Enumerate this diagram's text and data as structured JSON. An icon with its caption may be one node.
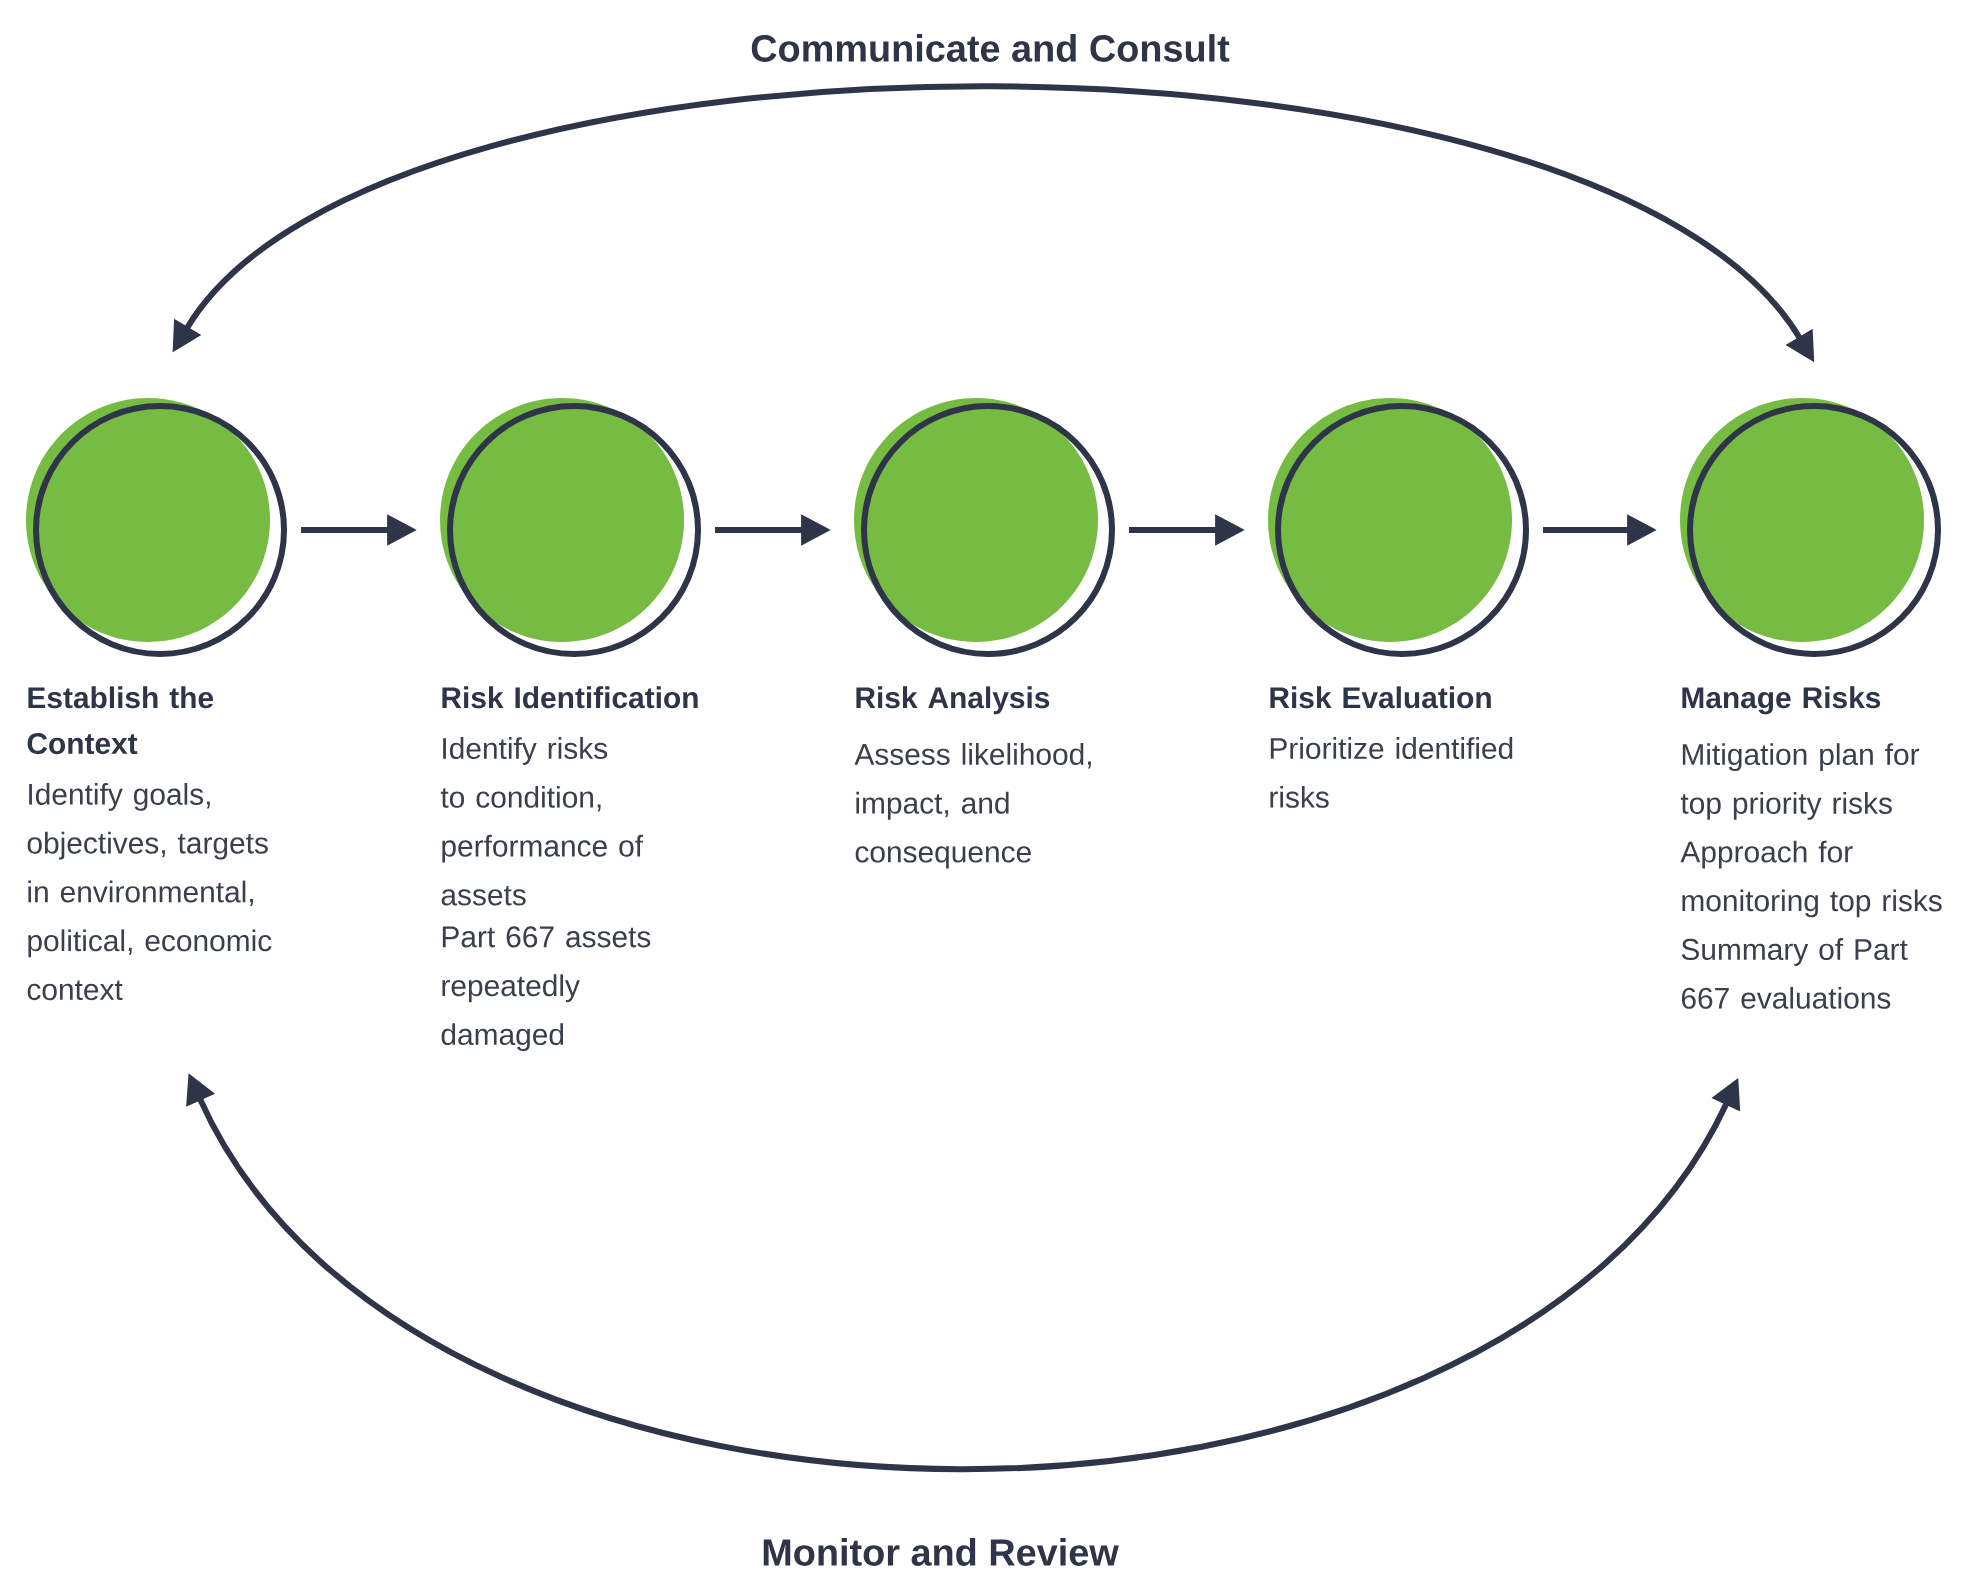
{
  "diagram": {
    "nodes": [
      {
        "text": [
          "Establish the Context",
          "Identify goals, objectives, targets in environmental, political, economic context"
        ]
      },
      {
        "text": [
          "Risk Identification",
          "Identify risks to condition, performance of assets",
          "Part 667 assets repeatedly damaged"
        ]
      },
      {
        "text": [
          "Risk Analysis",
          "Assess likelihood, impact, and consequence"
        ]
      },
      {
        "text": [
          "Risk Evaluation",
          "Prioritize identified risks"
        ]
      },
      {
        "text": [
          "Manage Risks",
          "Mitigation plan for top priority risks",
          "Approach for monitoring top risks",
          "Summary of Part 667 evaluations"
        ]
      }
    ],
    "edges": [
      {
        "from": 0,
        "to": 1,
        "arrow": "to"
      },
      {
        "from": 1,
        "to": 2,
        "arrow": "to"
      },
      {
        "from": 2,
        "to": 3,
        "arrow": "to"
      },
      {
        "from": 3,
        "to": 4,
        "arrow": "to"
      },
      {
        "from": 0,
        "to": 4,
        "arrow": "both",
        "label": "Communicate and Consult"
      },
      {
        "from": 0,
        "to": 4,
        "arrow": "both",
        "label": "Monitor and Review"
      }
    ]
  }
}
